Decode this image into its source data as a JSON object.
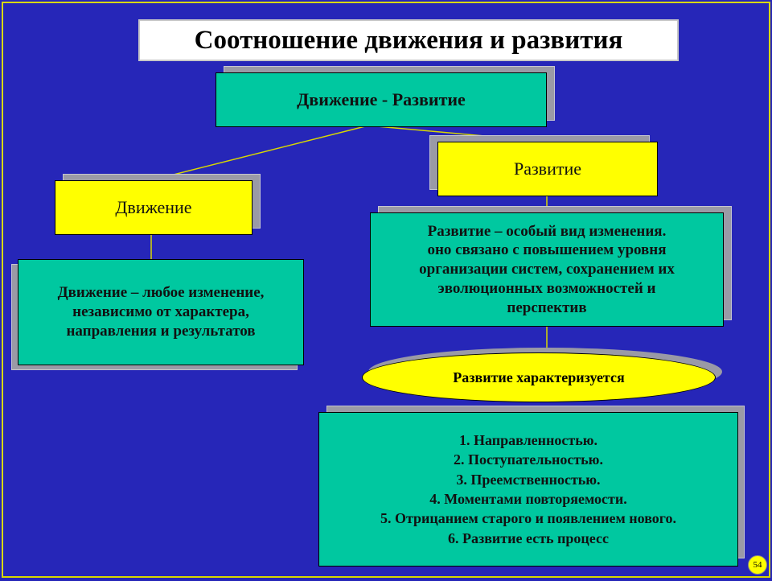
{
  "title": "Соотношение движения и развития",
  "root": {
    "label": "Движение - Развитие"
  },
  "movement": {
    "label": "Движение",
    "definition_lines": [
      "Движение – любое изменение,",
      "независимо от характера,",
      "направления и результатов"
    ]
  },
  "development": {
    "label": "Развитие",
    "definition_lines": [
      "Развитие – особый вид изменения.",
      "оно связано с повышением уровня",
      "организации систем, сохранением их",
      "эволюционных возможностей и",
      "перспектив"
    ],
    "characterized_label": "Развитие характеризуется",
    "traits": [
      "1. Направленностью.",
      "2. Поступательностью.",
      "3. Преемственностью.",
      "4. Моментами повторяемости.",
      "5. Отрицанием старого и появлением нового.",
      "6. Развитие есть процесс"
    ]
  },
  "page_number": "54",
  "colors": {
    "background": "#2626b8",
    "box_teal": "#00c8a0",
    "box_yellow": "#ffff00",
    "connector": "#c8c800",
    "shadow": "#9a9aa6"
  }
}
